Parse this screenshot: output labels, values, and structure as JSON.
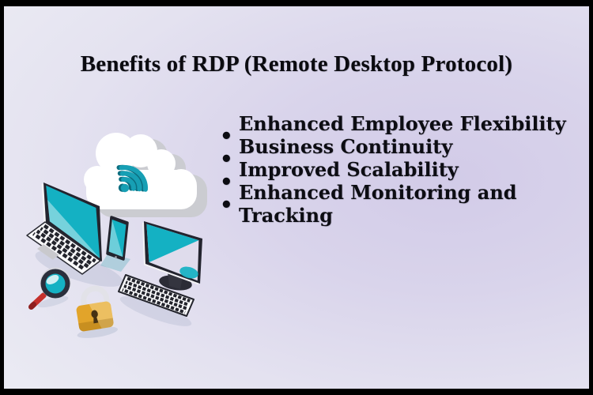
{
  "header": {
    "title": "Benefits of RDP (Remote Desktop Protocol)"
  },
  "benefits": {
    "bullet_glyph": "•",
    "items": [
      {
        "label": "Enhanced Employee Flexibility"
      },
      {
        "label": "Business Continuity"
      },
      {
        "label": "Improved Scalability"
      },
      {
        "label": "Enhanced Monitoring and\nTracking"
      }
    ]
  },
  "illustration": {
    "icons": [
      "cloud-icon",
      "wifi-icon",
      "laptop-icon",
      "smartphone-icon",
      "monitor-icon",
      "keyboard-icon",
      "magnifier-icon",
      "padlock-icon"
    ],
    "colors": {
      "screen_teal": "#14b1c3",
      "wifi_teal": "#179fb4",
      "wifi_shadow_teal": "#0c6e80",
      "device_dark": "#23242e",
      "cloud_white": "#ffffff",
      "cloud_shadow_gray": "#cbccd1",
      "padlock_gold": "#e2a42a",
      "magnifier_red": "#c5302c",
      "shackle_silver": "#e2e2e8"
    }
  },
  "frame": {
    "border_color": "#000000"
  }
}
